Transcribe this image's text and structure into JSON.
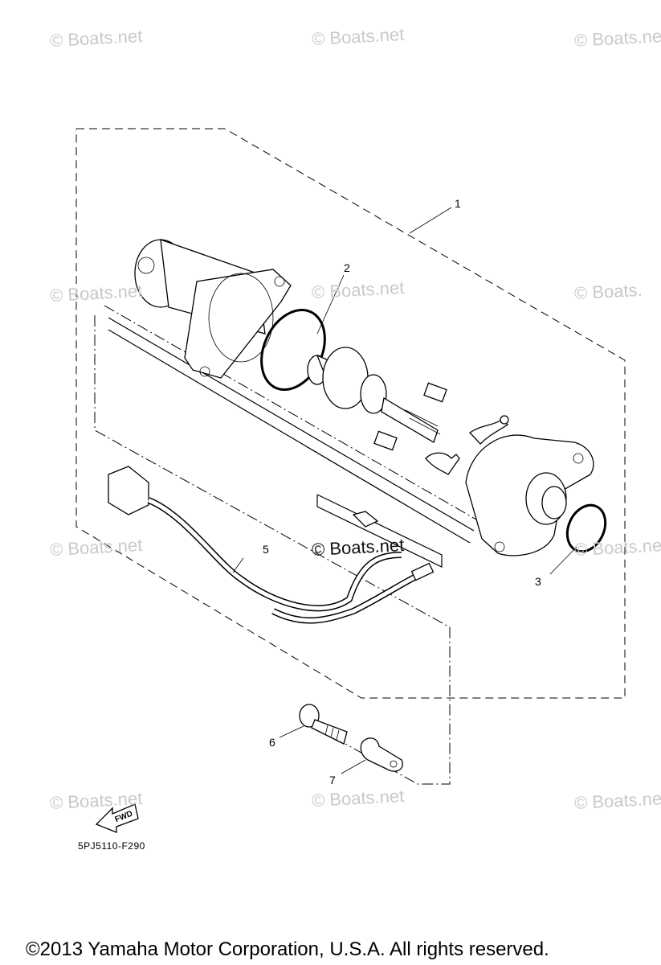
{
  "watermarks": [
    "© Boats.net",
    "© Boats.net",
    "© Boats.ne",
    "© Boats.net",
    "© Boats.net",
    "© Boats.",
    "© Boats.net",
    "© Boats.net",
    "© Boats.net",
    "© Boats.net",
    "© Boats.net"
  ],
  "center_watermark": "© Boats.net",
  "callouts": [
    "1",
    "2",
    "3",
    "5",
    "6",
    "7"
  ],
  "fwd_label": "FWD",
  "diagram_code": "5PJ5110-F290",
  "copyright": "©2013 Yamaha Motor Corporation, U.S.A. All rights reserved."
}
